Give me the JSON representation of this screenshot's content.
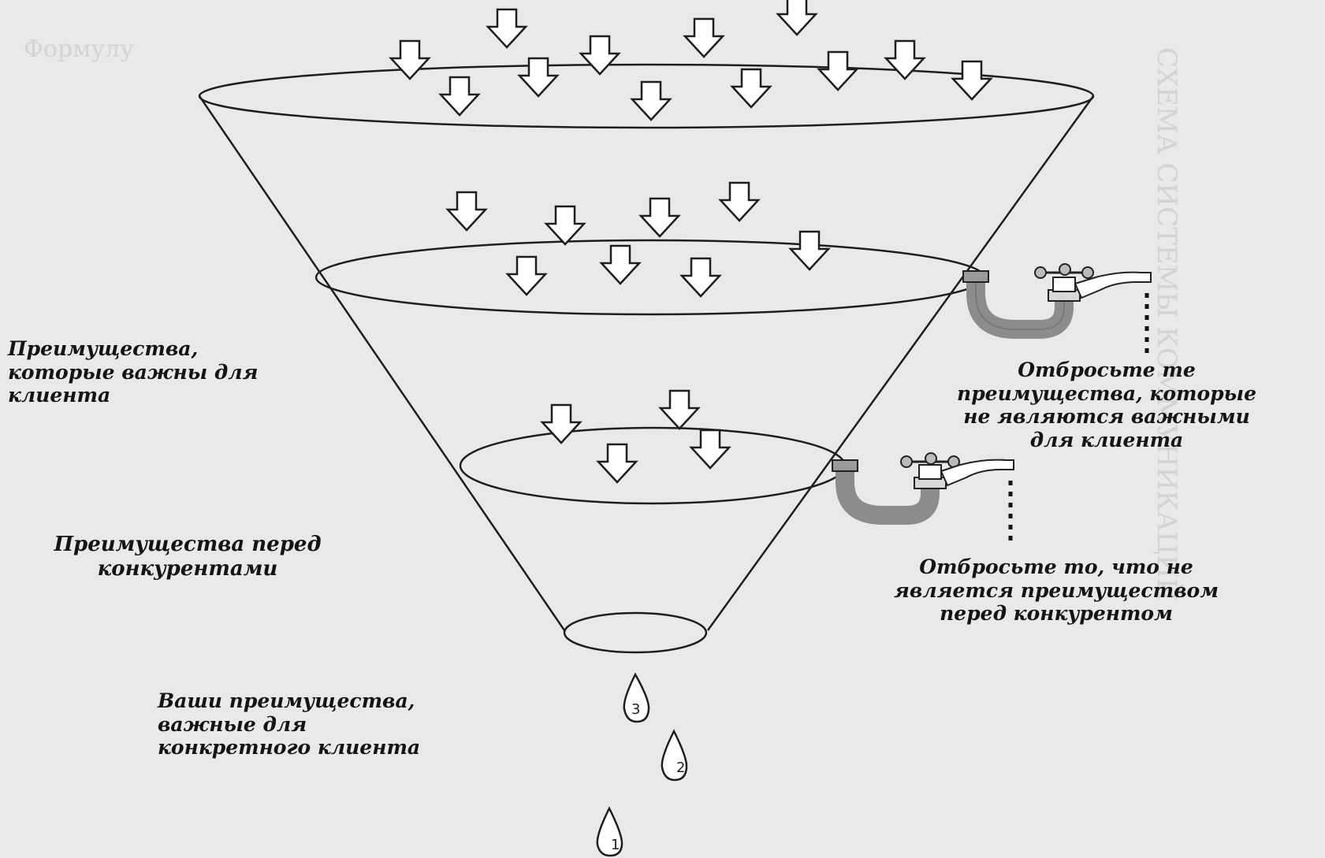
{
  "labels": {
    "client_important": [
      "Преимущества,",
      "которые важны для",
      "клиента"
    ],
    "discard_unimportant": [
      "Отбросьте те",
      "преимущества, которые",
      "не являются важными",
      "для клиента"
    ],
    "competitive": [
      "Преимущества перед",
      "конкурентами"
    ],
    "discard_noncompetitive": [
      "Отбросьте то, что не",
      "является преимуществом",
      "перед конкурентом"
    ],
    "specific_client": [
      "Ваши преимущества,",
      "важные для",
      "конкретного клиента"
    ]
  },
  "drops": [
    "3",
    "2",
    "1"
  ],
  "background_fragments": [
    "Формулу",
    "СХЕМА СИСТЕМЫ КОММУНИКАЦИЙ"
  ],
  "colors": {
    "ink": "#141414",
    "paper": "#e9e9e9",
    "pipe": "#8c8c8c",
    "ghost": "#d3d3d3"
  }
}
